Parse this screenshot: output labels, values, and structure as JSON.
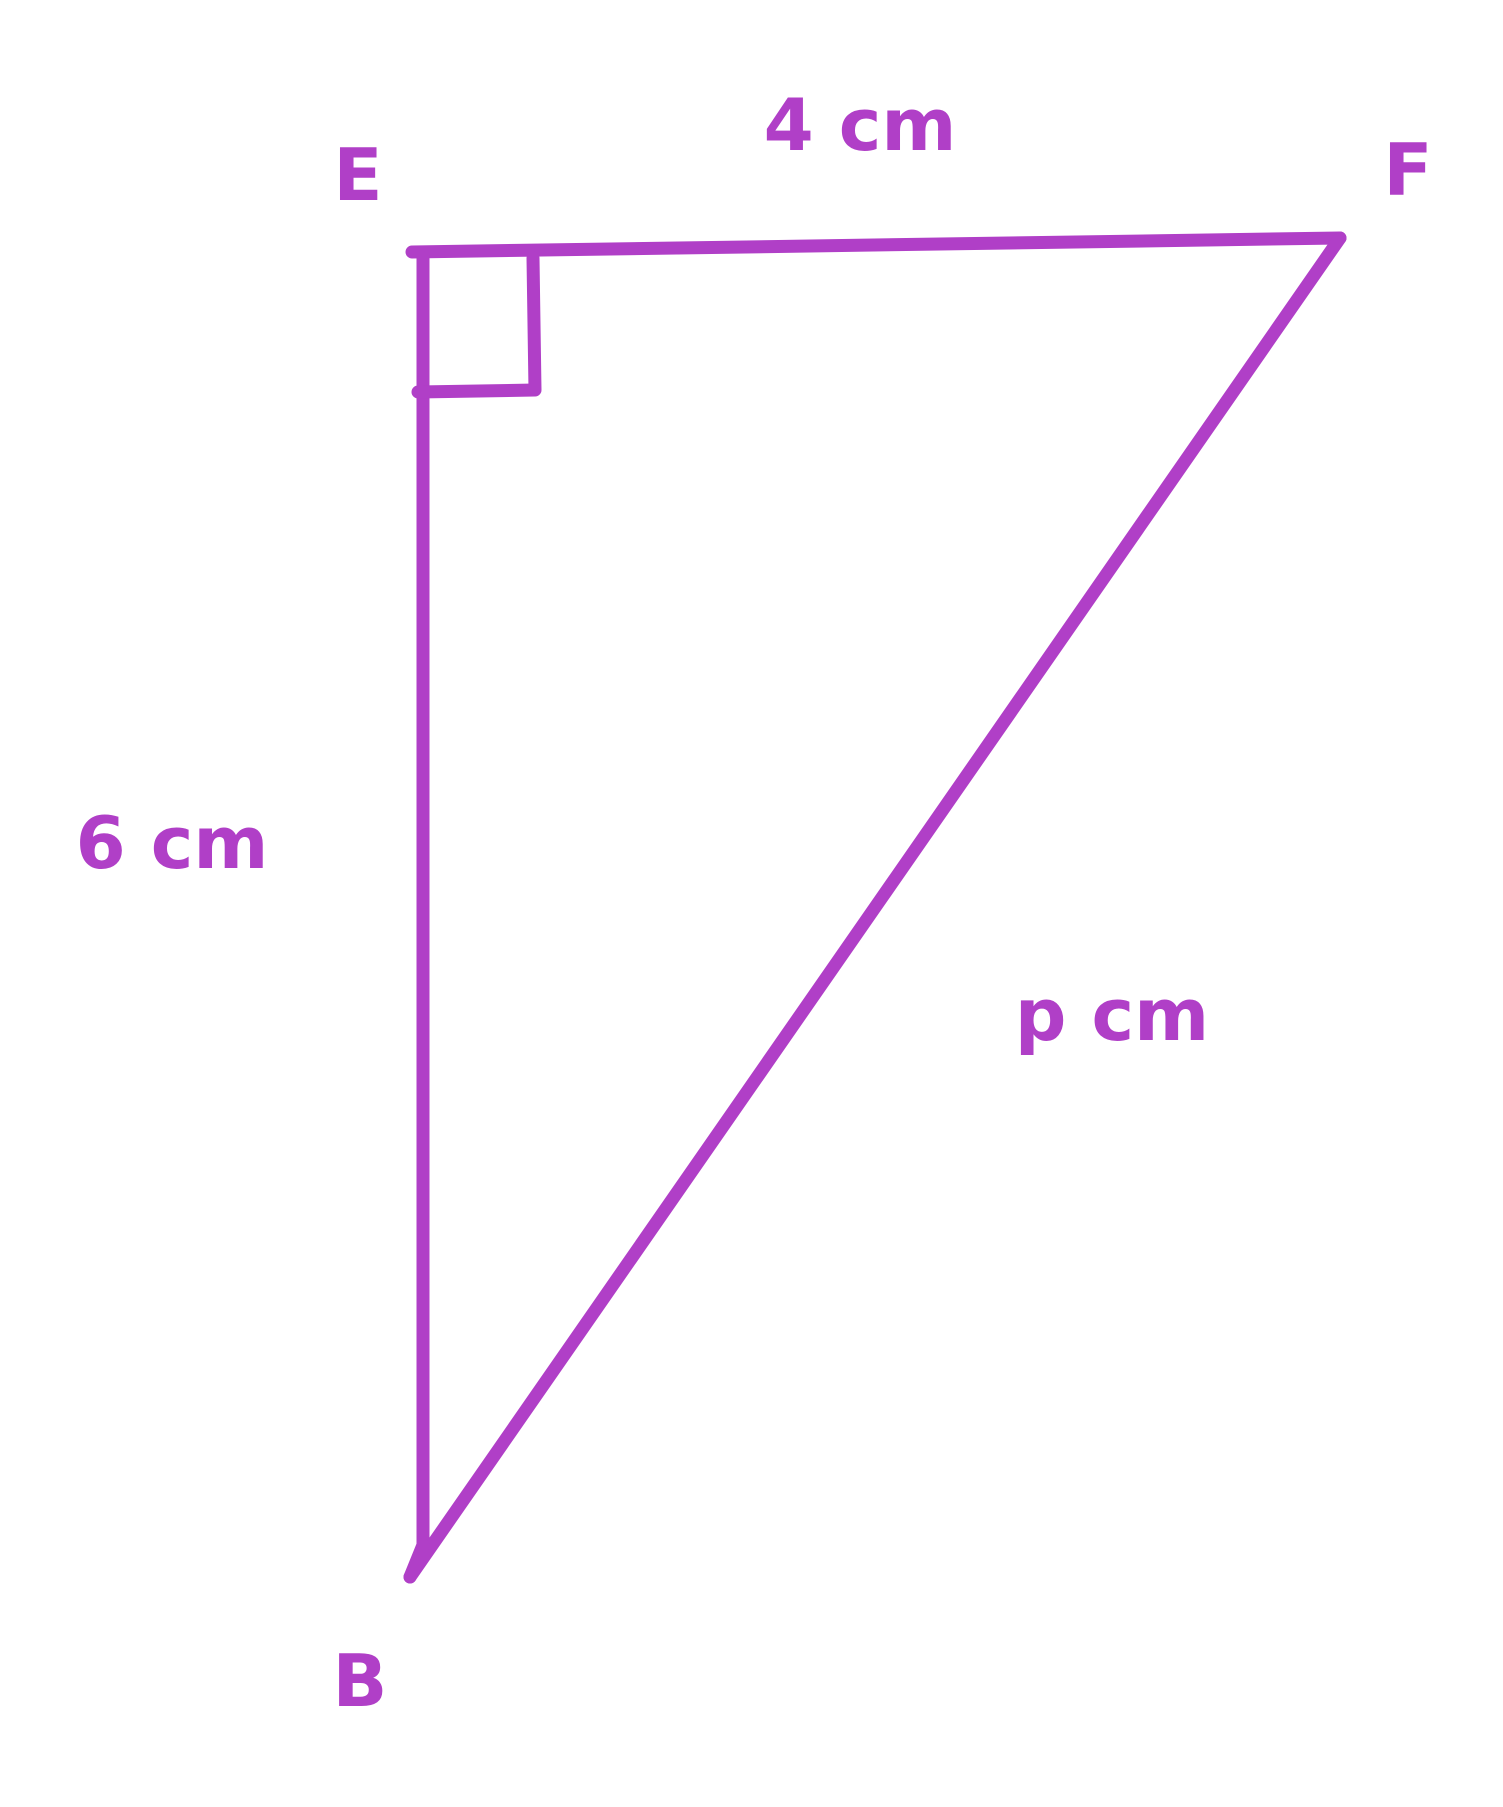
{
  "figure": {
    "line_color": "#b03fc7",
    "label_color": "#b03fc7",
    "vertices": {
      "E": "E",
      "F": "F",
      "B": "B"
    },
    "sides": {
      "EF": "4 cm",
      "EB": "6 cm",
      "BF": "p cm"
    },
    "right_angle_at": "E"
  }
}
